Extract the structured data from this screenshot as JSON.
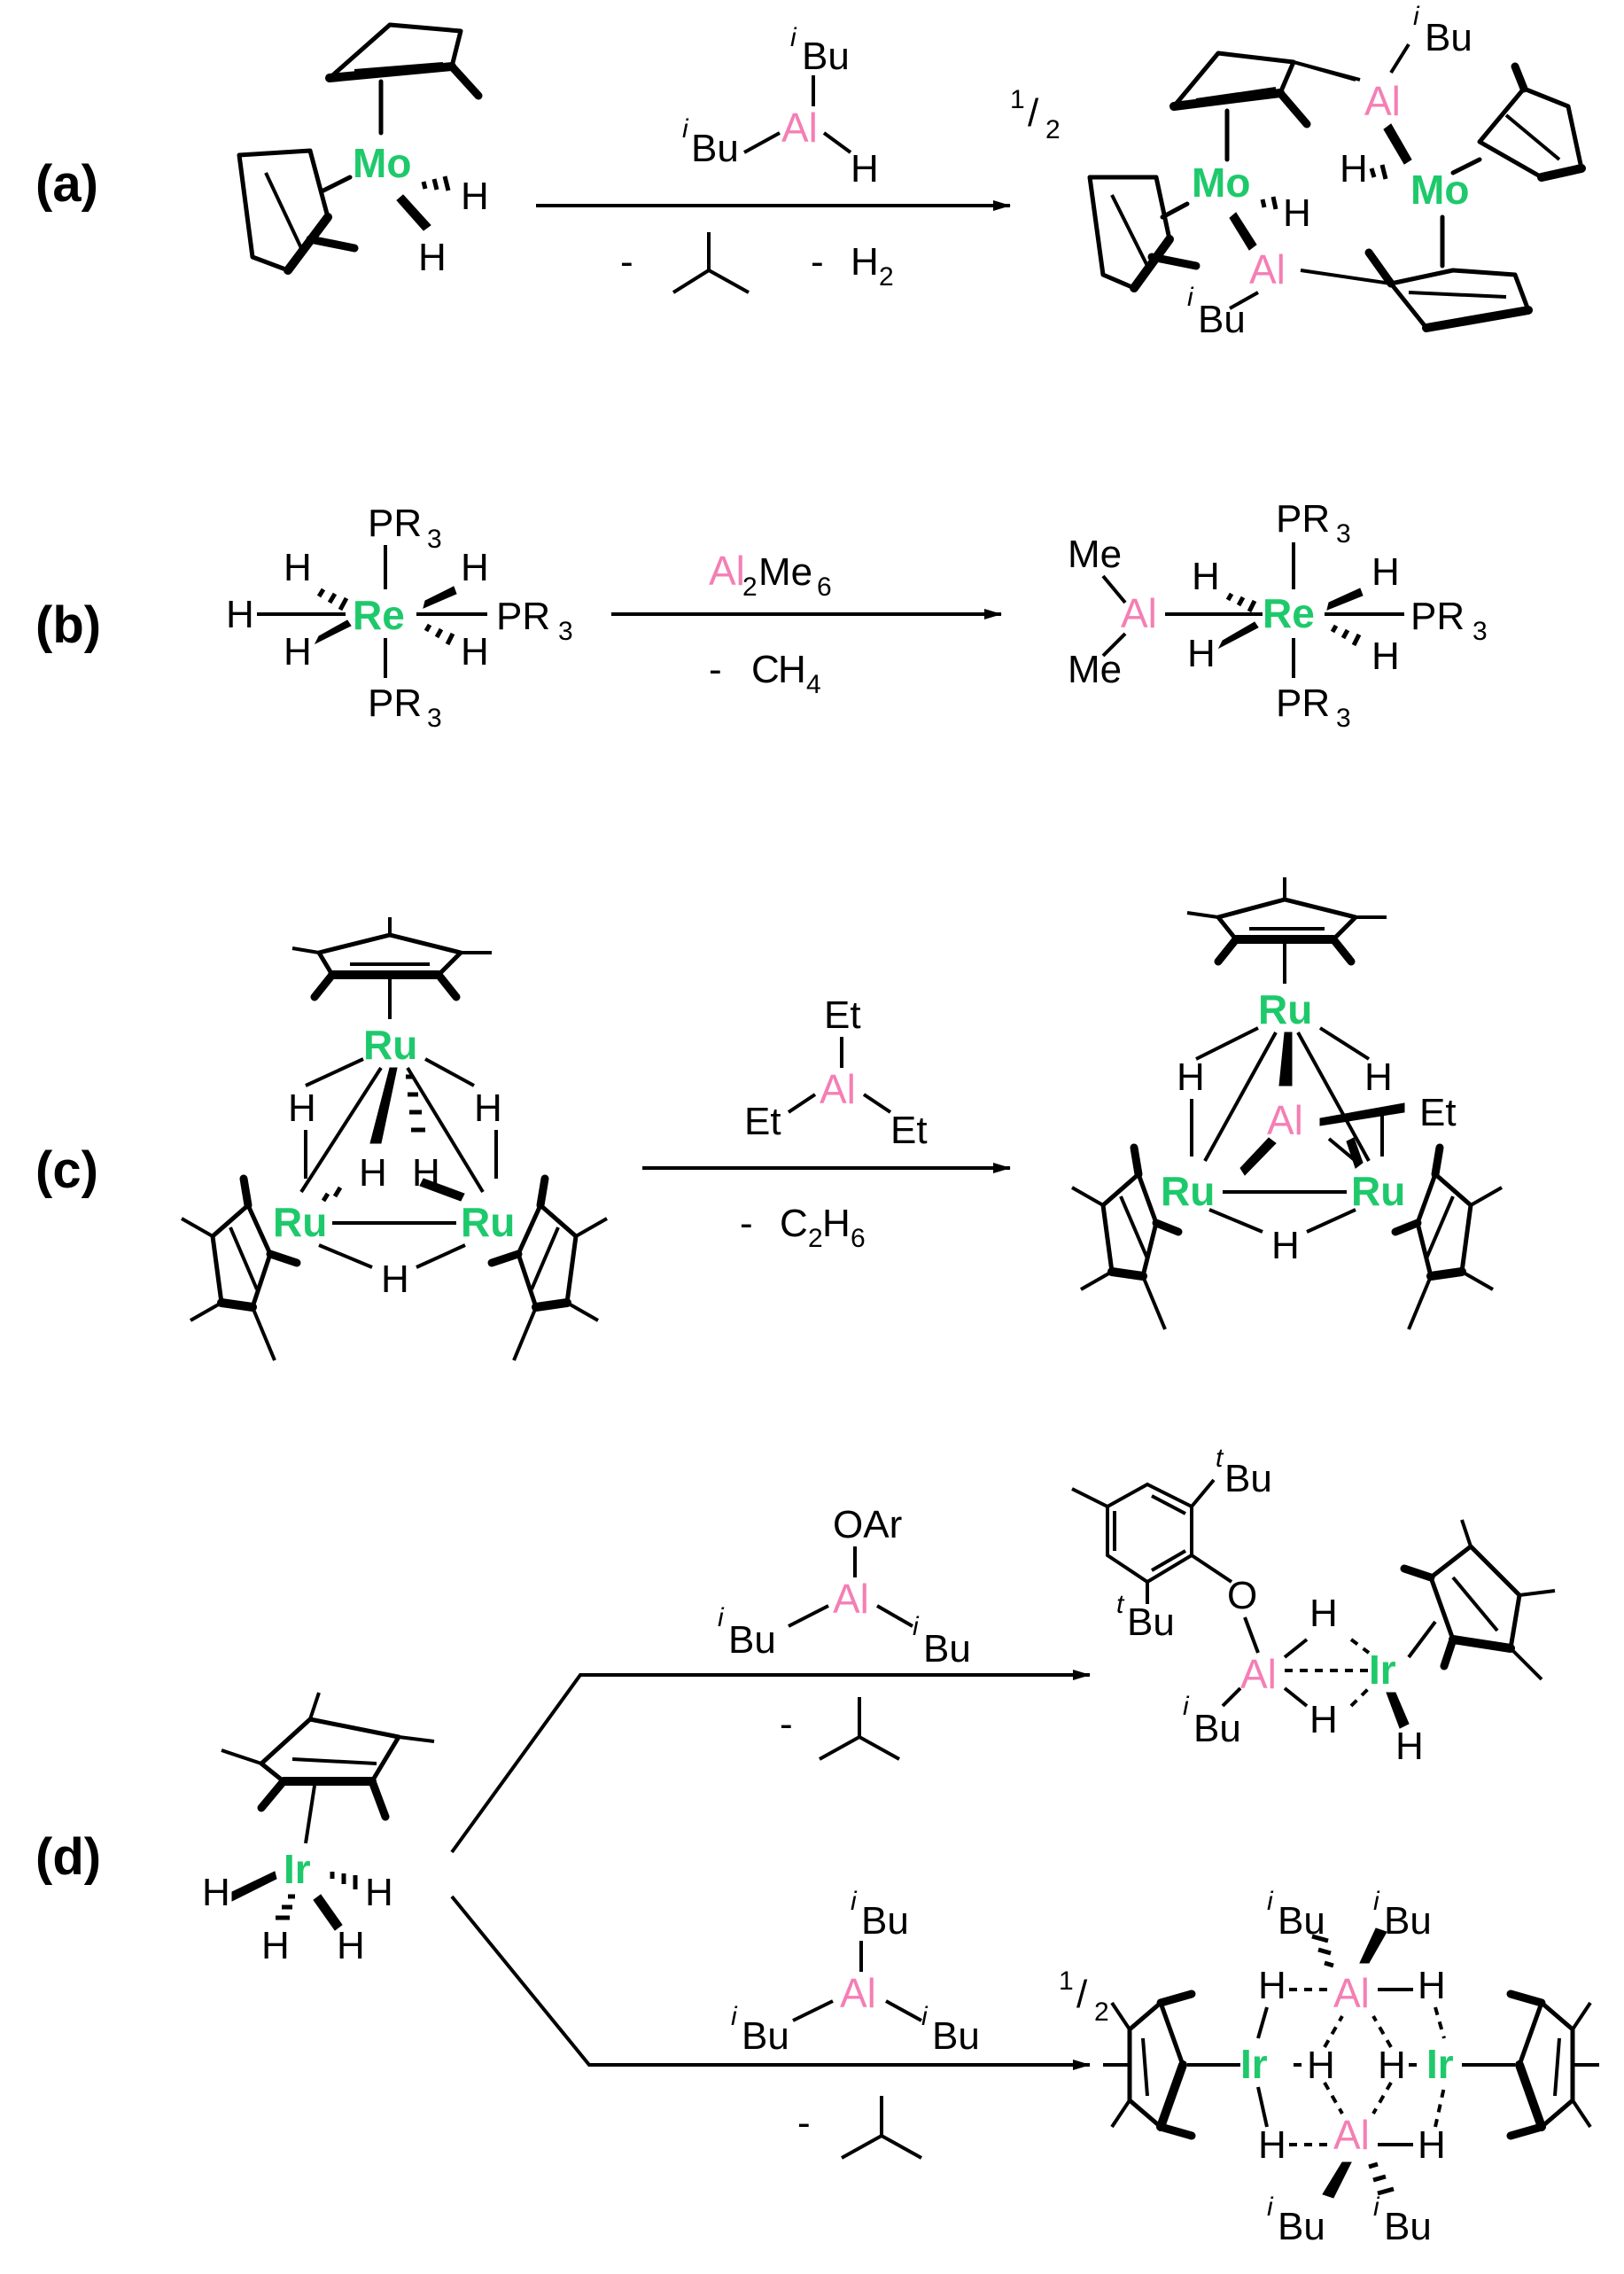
{
  "colors": {
    "transition_metal": "#1ec96b",
    "aluminum": "#f47fb4",
    "ink": "#000000"
  },
  "panel_labels": [
    "(a)",
    "(b)",
    "(c)",
    "(d)"
  ],
  "elements": {
    "Mo": "Mo",
    "Re": "Re",
    "Ru": "Ru",
    "Ir": "Ir",
    "Al": "Al"
  },
  "symbols": {
    "H": "H",
    "Me": "Me",
    "Et": "Et",
    "O": "O",
    "OAr": "OAr",
    "PR": "PR",
    "Bu": "Bu",
    "i": "i",
    "t": "t",
    "C": "C"
  },
  "subscripts": {
    "two": "2",
    "three": "3",
    "four": "4",
    "six": "6"
  },
  "minus": "-",
  "stoich": {
    "num": "1",
    "slash": "/",
    "den": "2"
  }
}
